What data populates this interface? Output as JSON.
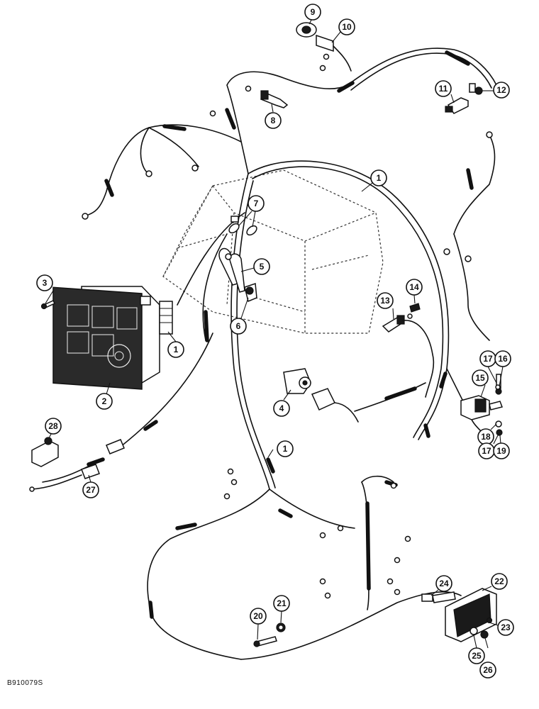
{
  "figure_code": "B910079S",
  "callouts": [
    {
      "id": "c9",
      "label": "9"
    },
    {
      "id": "c10",
      "label": "10"
    },
    {
      "id": "c11",
      "label": "11"
    },
    {
      "id": "c12",
      "label": "12"
    },
    {
      "id": "c8",
      "label": "8"
    },
    {
      "id": "c1a",
      "label": "1"
    },
    {
      "id": "c7",
      "label": "7"
    },
    {
      "id": "c5",
      "label": "5"
    },
    {
      "id": "c3",
      "label": "3"
    },
    {
      "id": "c6",
      "label": "6"
    },
    {
      "id": "c13",
      "label": "13"
    },
    {
      "id": "c14",
      "label": "14"
    },
    {
      "id": "c1b",
      "label": "1"
    },
    {
      "id": "c2",
      "label": "2"
    },
    {
      "id": "c17a",
      "label": "17"
    },
    {
      "id": "c16",
      "label": "16"
    },
    {
      "id": "c15",
      "label": "15"
    },
    {
      "id": "c4",
      "label": "4"
    },
    {
      "id": "c18",
      "label": "18"
    },
    {
      "id": "c17b",
      "label": "17"
    },
    {
      "id": "c19",
      "label": "19"
    },
    {
      "id": "c28",
      "label": "28"
    },
    {
      "id": "c1c",
      "label": "1"
    },
    {
      "id": "c27",
      "label": "27"
    },
    {
      "id": "c22",
      "label": "22"
    },
    {
      "id": "c24",
      "label": "24"
    },
    {
      "id": "c21",
      "label": "21"
    },
    {
      "id": "c20",
      "label": "20"
    },
    {
      "id": "c23",
      "label": "23"
    },
    {
      "id": "c25",
      "label": "25"
    },
    {
      "id": "c26",
      "label": "26"
    }
  ]
}
